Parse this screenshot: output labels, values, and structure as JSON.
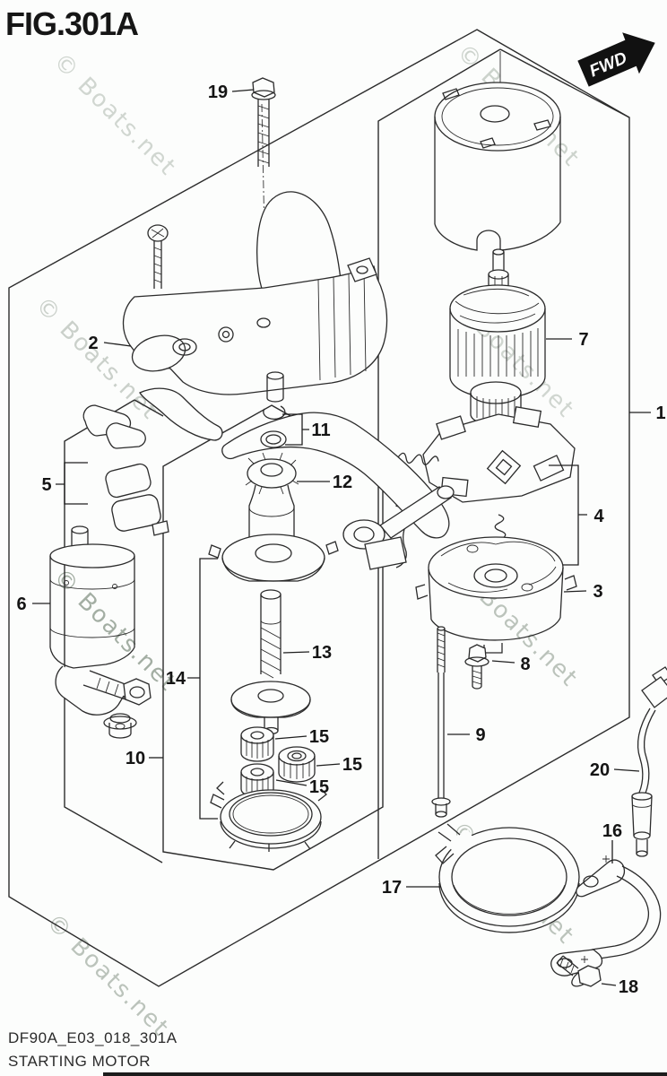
{
  "figure": {
    "title": "FIG.301A",
    "direction_label": "FWD"
  },
  "watermark": {
    "text": "© Boats.net"
  },
  "footer": {
    "drawing_code": "DF90A_E03_018_301A",
    "drawing_title": "STARTING MOTOR"
  },
  "callouts": {
    "items": [
      {
        "label": "1"
      },
      {
        "label": "2"
      },
      {
        "label": "3"
      },
      {
        "label": "4"
      },
      {
        "label": "5"
      },
      {
        "label": "6"
      },
      {
        "label": "7"
      },
      {
        "label": "8"
      },
      {
        "label": "9"
      },
      {
        "label": "10"
      },
      {
        "label": "11"
      },
      {
        "label": "12"
      },
      {
        "label": "13"
      },
      {
        "label": "14"
      },
      {
        "label": "15"
      },
      {
        "label": "15"
      },
      {
        "label": "15"
      },
      {
        "label": "16"
      },
      {
        "label": "17"
      },
      {
        "label": "18"
      },
      {
        "label": "19"
      },
      {
        "label": "20"
      }
    ]
  }
}
